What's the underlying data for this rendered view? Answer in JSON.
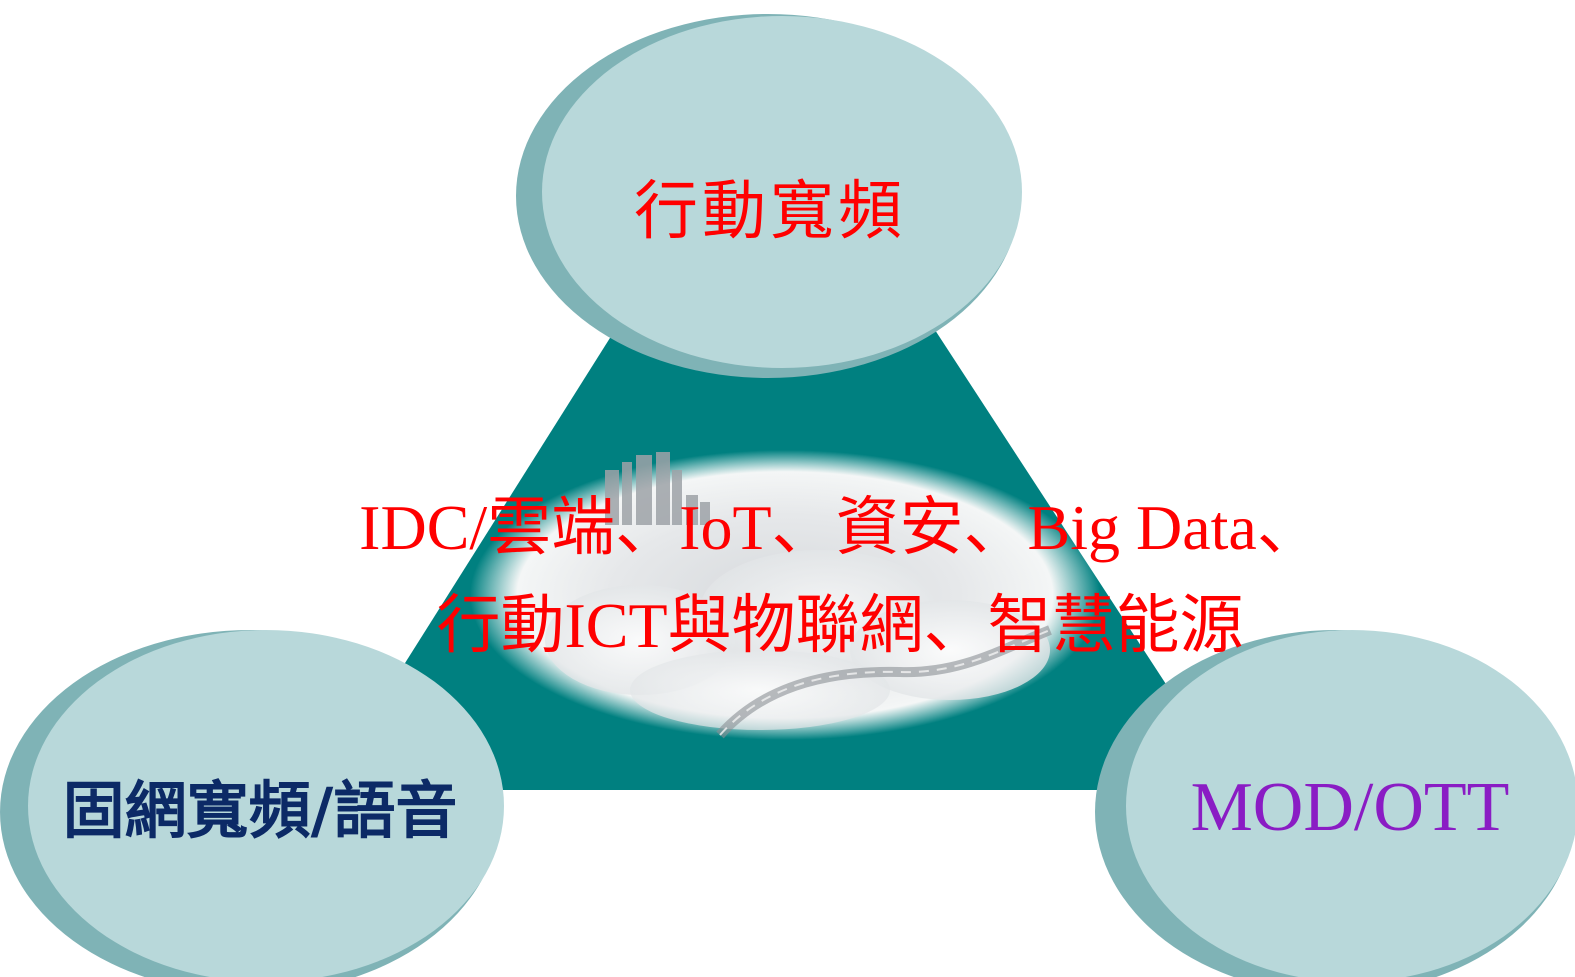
{
  "nodes": {
    "top": {
      "label": "行動寬頻",
      "color": "#ff0000"
    },
    "left": {
      "label": "固網寬頻/語音",
      "color": "#0c2a66"
    },
    "right": {
      "label": "MOD/OTT",
      "color": "#8a1cc4"
    }
  },
  "center": {
    "line1": "IDC/雲端、IoT、資安、Big Data、",
    "line2": "行動ICT與物聯網、智慧能源",
    "color": "#ff0000"
  },
  "colors": {
    "triangle": "#008080",
    "circle_fill": "#b8d8da",
    "circle_shadow": "#7fb3b6"
  }
}
